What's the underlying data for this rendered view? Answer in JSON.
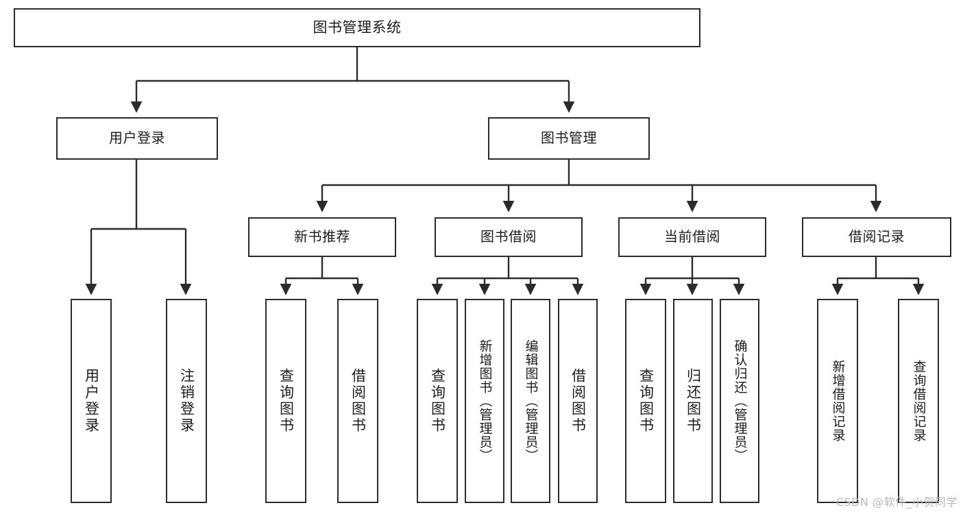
{
  "diagram": {
    "title": "图书管理系统",
    "type": "tree-hierarchy-chart",
    "watermark": "CSDN @软件_小贺同学",
    "colors": {
      "stroke": "#2b2b2b",
      "fill": "#ffffff",
      "text": "#1c1c1c",
      "watermark": "#b9b9b9"
    },
    "nodes": {
      "root": {
        "label": "图书管理系统"
      },
      "level1": [
        {
          "label": "用户登录"
        },
        {
          "label": "图书管理"
        }
      ],
      "level2": [
        {
          "label": "新书推荐"
        },
        {
          "label": "图书借阅"
        },
        {
          "label": "当前借阅"
        },
        {
          "label": "借阅记录"
        }
      ],
      "leaves": {
        "user_login": [
          {
            "label": "用户登录"
          },
          {
            "label": "注销登录"
          }
        ],
        "new_book": [
          {
            "label": "查询图书"
          },
          {
            "label": "借阅图书"
          }
        ],
        "book_borrow": [
          {
            "label": "查询图书"
          },
          {
            "label": "新增图书（管理员）"
          },
          {
            "label": "编辑图书（管理员）"
          },
          {
            "label": "借阅图书"
          }
        ],
        "current_borrow": [
          {
            "label": "查询图书"
          },
          {
            "label": "归还图书"
          },
          {
            "label": "确认归还（管理员）"
          }
        ],
        "borrow_record": [
          {
            "label": "新增借阅记录"
          },
          {
            "label": "查询借阅记录"
          }
        ]
      }
    }
  }
}
